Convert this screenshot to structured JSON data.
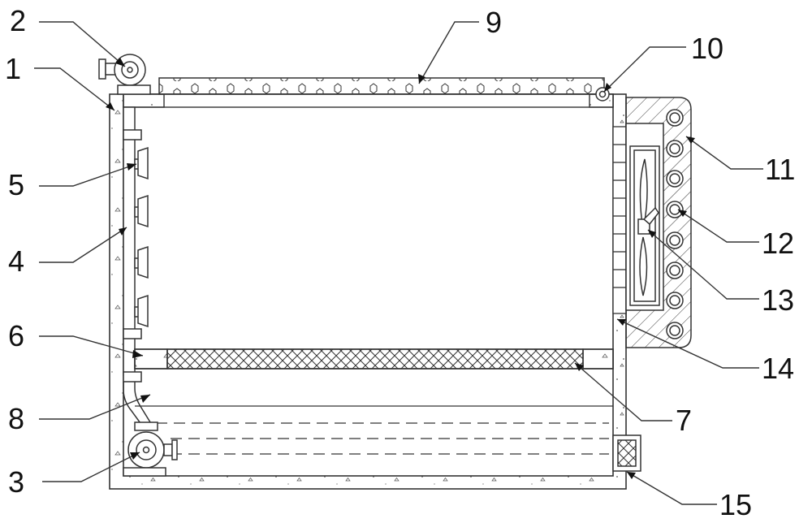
{
  "diagram": {
    "labels": [
      "1",
      "2",
      "3",
      "4",
      "5",
      "6",
      "7",
      "8",
      "9",
      "10",
      "11",
      "12",
      "13",
      "14",
      "15"
    ]
  },
  "colors": {
    "line": "#333333",
    "fill": "#ffffff",
    "text": "#111111"
  }
}
